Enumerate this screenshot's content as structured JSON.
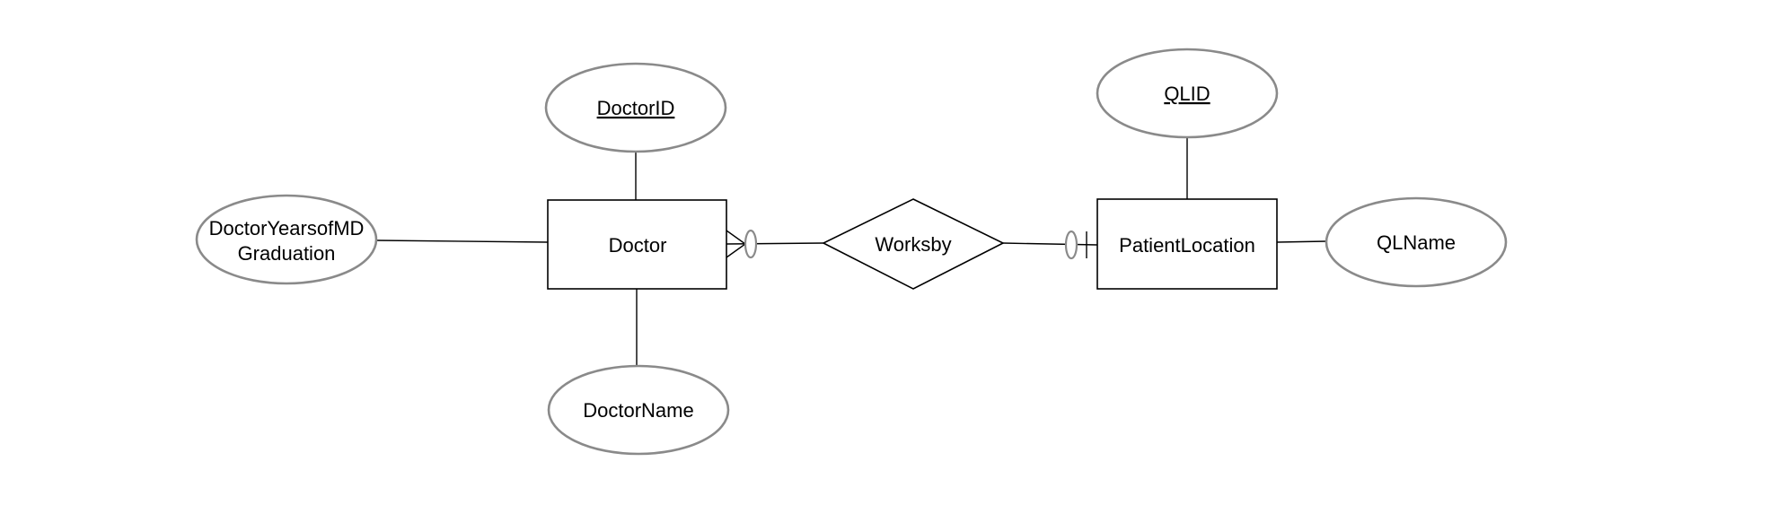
{
  "entities": {
    "doctor": {
      "label": "Doctor"
    },
    "patient_location": {
      "label": "PatientLocation"
    }
  },
  "relationships": {
    "worksby": {
      "label": "Worksby"
    }
  },
  "attributes": {
    "doctor_id": {
      "label": "DoctorID",
      "key": true
    },
    "doctor_years_line1": {
      "label": "DoctorYearsofMD"
    },
    "doctor_years_line2": {
      "label": "Graduation"
    },
    "doctor_name": {
      "label": "DoctorName"
    },
    "qlid": {
      "label": "QLID",
      "key": true
    },
    "ql_name": {
      "label": "QLName"
    }
  },
  "cardinality": {
    "doctor_side": "zero-or-many",
    "patient_location_side": "zero-or-one"
  }
}
